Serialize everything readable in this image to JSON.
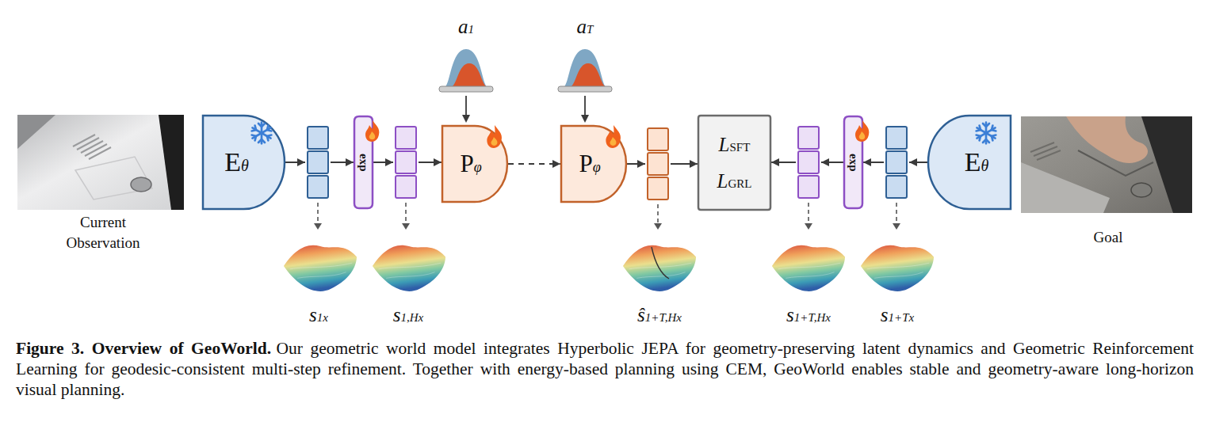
{
  "diagram": {
    "title": "Figure 3. Overview of GeoWorld.",
    "caption": "Our geometric world model integrates Hyperbolic JEPA for geometry-preserving latent dynamics and Geometric Reinforcement Learning for geodesic-consistent multi-step refinement. Together with energy-based planning using CEM, GeoWorld enables stable and geometry-aware long-horizon visual planning.",
    "nodes": [
      {
        "text": [
          "Eθ"
        ]
      },
      {
        "text": [
          "exp"
        ]
      },
      {
        "text": [
          "Pφ"
        ]
      },
      {
        "text": [
          "Pφ"
        ]
      },
      {
        "text": [
          "LSFT",
          "LGRL"
        ]
      },
      {
        "text": [
          "exp"
        ]
      },
      {
        "text": [
          "Eθ"
        ]
      }
    ],
    "edges": [
      {
        "from": 0,
        "to": 1,
        "arrow": "to"
      },
      {
        "from": 1,
        "to": 2,
        "arrow": "to"
      },
      {
        "from": 2,
        "to": 3,
        "arrow": "to"
      },
      {
        "from": 3,
        "to": 4,
        "arrow": "to"
      },
      {
        "from": 5,
        "to": 4,
        "arrow": "to"
      },
      {
        "from": 6,
        "to": 5,
        "arrow": "to"
      }
    ],
    "labels": [
      "a1",
      "aT",
      "Current Observation",
      "s1x",
      "s1,Hx",
      "ŝ1+T,Hx",
      "s1+T,Hx",
      "s1+Tx",
      "Goal"
    ]
  }
}
